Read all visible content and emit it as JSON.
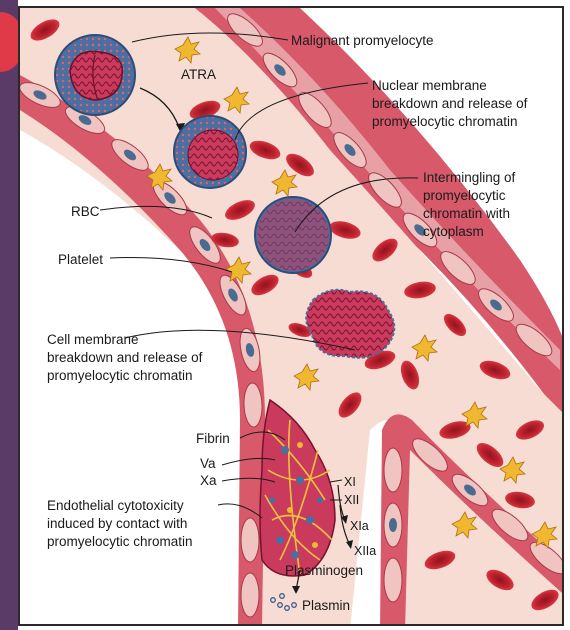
{
  "labels": {
    "malignant_promyelocyte": "Malignant promyelocyte",
    "atra": "ATRA",
    "nuclear_membrane": [
      "Nuclear membrane",
      "breakdown and release of",
      "promyelocytic chromatin"
    ],
    "intermingling": [
      "Intermingling of",
      "promyelocytic",
      "chromatin with",
      "cytoplasm"
    ],
    "rbc": "RBC",
    "platelet": "Platelet",
    "cell_membrane": [
      "Cell membrane",
      "breakdown and release of",
      "promyelocytic chromatin"
    ],
    "fibrin": "Fibrin",
    "va": "Va",
    "xa": "Xa",
    "xi": "XI",
    "xii": "XII",
    "xia": "XIa",
    "xiia": "XIIa",
    "endothelial": [
      "Endothelial cytotoxicity",
      "induced by contact with",
      "promyelocytic chromatin"
    ],
    "plasminogen": "Plasminogen",
    "plasmin": "Plasmin"
  },
  "colors": {
    "vessel_wall": "#c94a5a",
    "vessel_lumen": "#f6dcd3",
    "endothelial_cell": "#f0c4c0",
    "rbc": "#c0222e",
    "platelet": "#f0b830",
    "chromatin": "#c93a5c",
    "cytoplasm": "#4a6fa0"
  }
}
